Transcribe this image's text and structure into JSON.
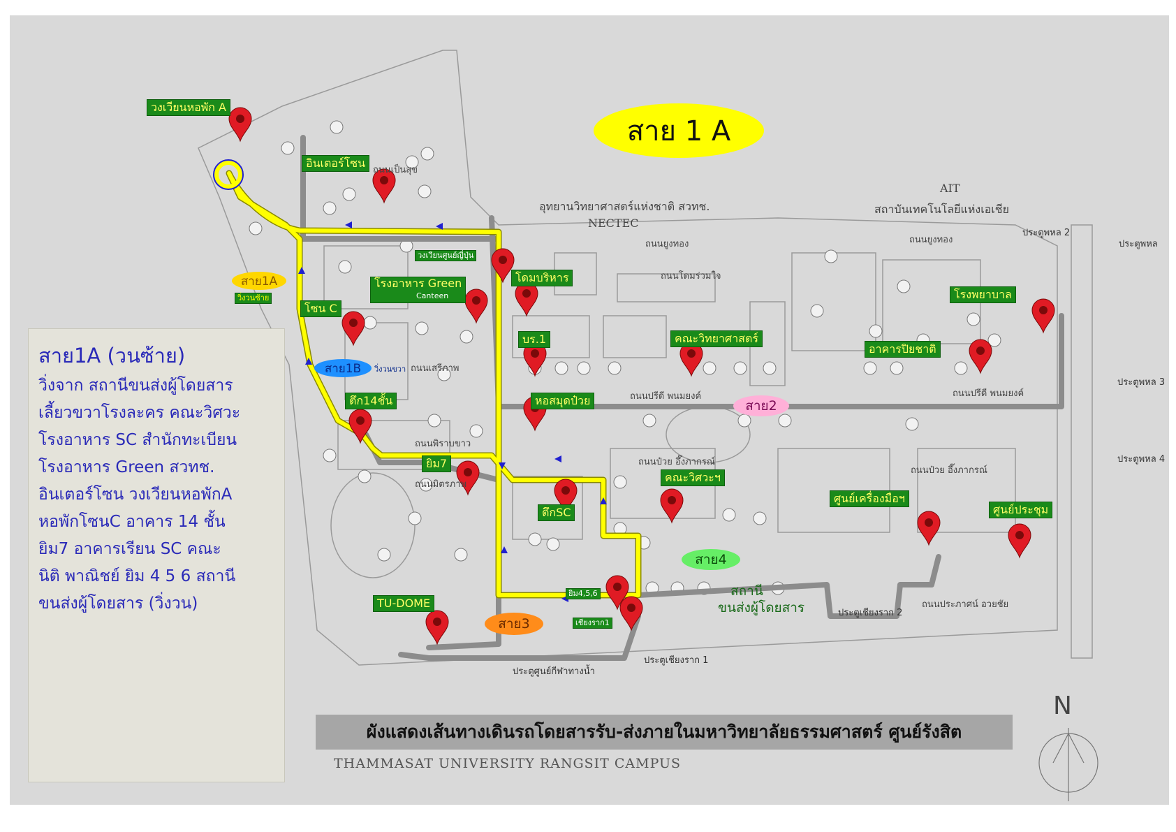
{
  "title": "สาย 1 A",
  "banner": "ผังแสดงเส้นทางเดินรถโดยสารรับ-ส่งภายในมหาวิทยาลัยธรรมศาสตร์ ศูนย์รังสิต",
  "subtitle": "THAMMASAT UNIVERSITY RANGSIT CAMPUS",
  "compass": "N",
  "info_panel": {
    "title": "สาย1A (วนซ้าย)",
    "lines": [
      "วิ่งจาก สถานีขนส่งผู้โดยสาร",
      "เลี้ยวขวาโรงละคร คณะวิศวะ",
      "โรงอาหาร SC สำนักทะเบียน",
      "โรงอาหาร Green สวทช.",
      "อินเตอร์โซน วงเวียนหอพักA",
      "หอพักโซนC อาคาร 14 ชั้น",
      "ยิม7 อาคารเรียน SC คณะ",
      "นิติ พาณิชย์ ยิม 4 5 6 สถานี",
      "ขนส่งผู้โดยสาร (วิ่งวน)"
    ]
  },
  "route_labels": {
    "r1a": "สาย1A",
    "r1a_note": "วิ่งวนซ้าย",
    "r1b": "สาย1B",
    "r1b_note": "วิ่งวนขวา",
    "r2": "สาย2",
    "r3": "สาย3",
    "r4": "สาย4"
  },
  "stops": {
    "s1": "วงเวียนหอพัก A",
    "s2": "อินเตอร์โซน",
    "s3": "วงเวียนศูนย์ญี่ปุ่น",
    "s4": "โดมบริหาร",
    "s5": "โรงอาหาร Green",
    "s5_sub": "Canteen",
    "s6": "โซน C",
    "s7": "บร.1",
    "s8": "คณะวิทยาศาสตร์",
    "s9": "อาคารปิยชาติ",
    "s10": "โรงพยาบาล",
    "s11": "ตึก14ชั้น",
    "s12": "หอสมุดป๋วย",
    "s13": "ยิม7",
    "s14": "ตึกSC",
    "s15": "คณะวิศวะฯ",
    "s16": "ศูนย์เครื่องมือฯ",
    "s17": "ศูนย์ประชุม",
    "s18": "TU-DOME",
    "s19": "ยิม4,5,6",
    "s20": "เชียงราก1"
  },
  "places": {
    "station": "สถานี",
    "station2": "ขนส่งผู้โดยสาร",
    "park": "อุทยานวิทยาศาสตร์แห่งชาติ สวทช.",
    "nectec": "NECTEC",
    "ait": "AIT",
    "ait_th": "สถาบันเทคโนโลยีแห่งเอเชีย"
  },
  "roads": {
    "r1": "ถนนยูงทอง",
    "r2": "ถนนยูงทอง",
    "r3": "ถนนโดมร่วมใจ",
    "r4": "ถนนเสรีภาพ",
    "r5": "ถนนปรีดี พนมยงค์",
    "r6": "ถนนปรีดี พนมยงค์",
    "r7": "ถนนป๋วย อึ๊งภากรณ์",
    "r8": "ถนนป๋วย อึ๊งภากรณ์",
    "r9": "ถนนพิราบขาว",
    "r10": "ถนนมิตรภาพ",
    "r11": "ถนนประภาศน์ อวยชัย",
    "r12": "ถนนเป็นสุข"
  },
  "gates": {
    "g1": "ประตูพหล 2",
    "g2": "ประตูพหล",
    "g3": "ประตูพหล 3",
    "g4": "ประตูพหล 4",
    "g5": "ประตูเชียงราก 2",
    "g6": "ประตูเชียงราก 1",
    "g7": "ประตูศูนย์กีฬาทางน้ำ"
  },
  "colors": {
    "route_yellow": "#ffff00",
    "route_gray": "#8c8c8c",
    "label_green": "#1a8a1a",
    "pin_red": "#e01b24",
    "panel_text": "#2a2ab8",
    "arrow_blue": "#2020d0",
    "map_bg": "#d9d9d9"
  }
}
